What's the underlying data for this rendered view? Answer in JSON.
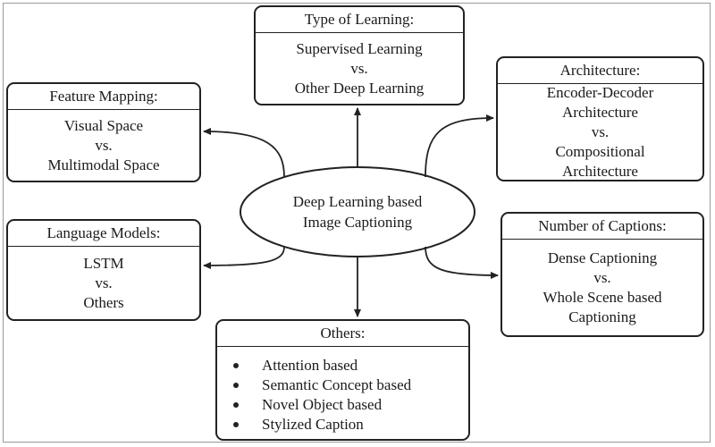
{
  "center": {
    "line1": "Deep Learning based",
    "line2": "Image Captioning"
  },
  "type_of_learning": {
    "header": "Type of Learning:",
    "lines": [
      "Supervised Learning",
      "vs.",
      "Other Deep Learning"
    ]
  },
  "feature_mapping": {
    "header": "Feature Mapping:",
    "lines": [
      "Visual Space",
      "vs.",
      "Multimodal Space"
    ]
  },
  "architecture": {
    "header": "Architecture:",
    "lines": [
      "Encoder-Decoder",
      "Architecture",
      "vs.",
      "Compositional",
      "Architecture"
    ]
  },
  "language_models": {
    "header": "Language Models:",
    "lines": [
      "LSTM",
      "vs.",
      "Others"
    ]
  },
  "number_of_captions": {
    "header": "Number of Captions:",
    "lines": [
      "Dense Captioning",
      "vs.",
      "Whole Scene based",
      "Captioning"
    ]
  },
  "others": {
    "header": "Others:",
    "items": [
      "Attention based",
      "Semantic Concept based",
      "Novel Object based",
      "Stylized Caption"
    ]
  },
  "colors": {
    "stroke": "#222222",
    "text": "#1a1a1a",
    "background": "#ffffff"
  }
}
